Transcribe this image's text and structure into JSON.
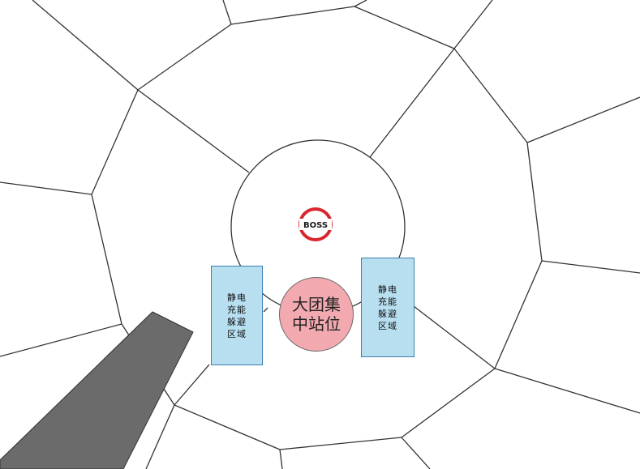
{
  "arena": {
    "boss_label": "BOSS",
    "boss_ring_color": "#d8262c",
    "gather_point_label": "大团集中站位",
    "gather_point_color": "#f2aab0",
    "static_zone_left_label": "静电充能躲避区域",
    "static_zone_right_label": "静电充能躲避区域",
    "static_zone_color": "#b7dff0",
    "obstacle_color": "#6b6b6b"
  }
}
